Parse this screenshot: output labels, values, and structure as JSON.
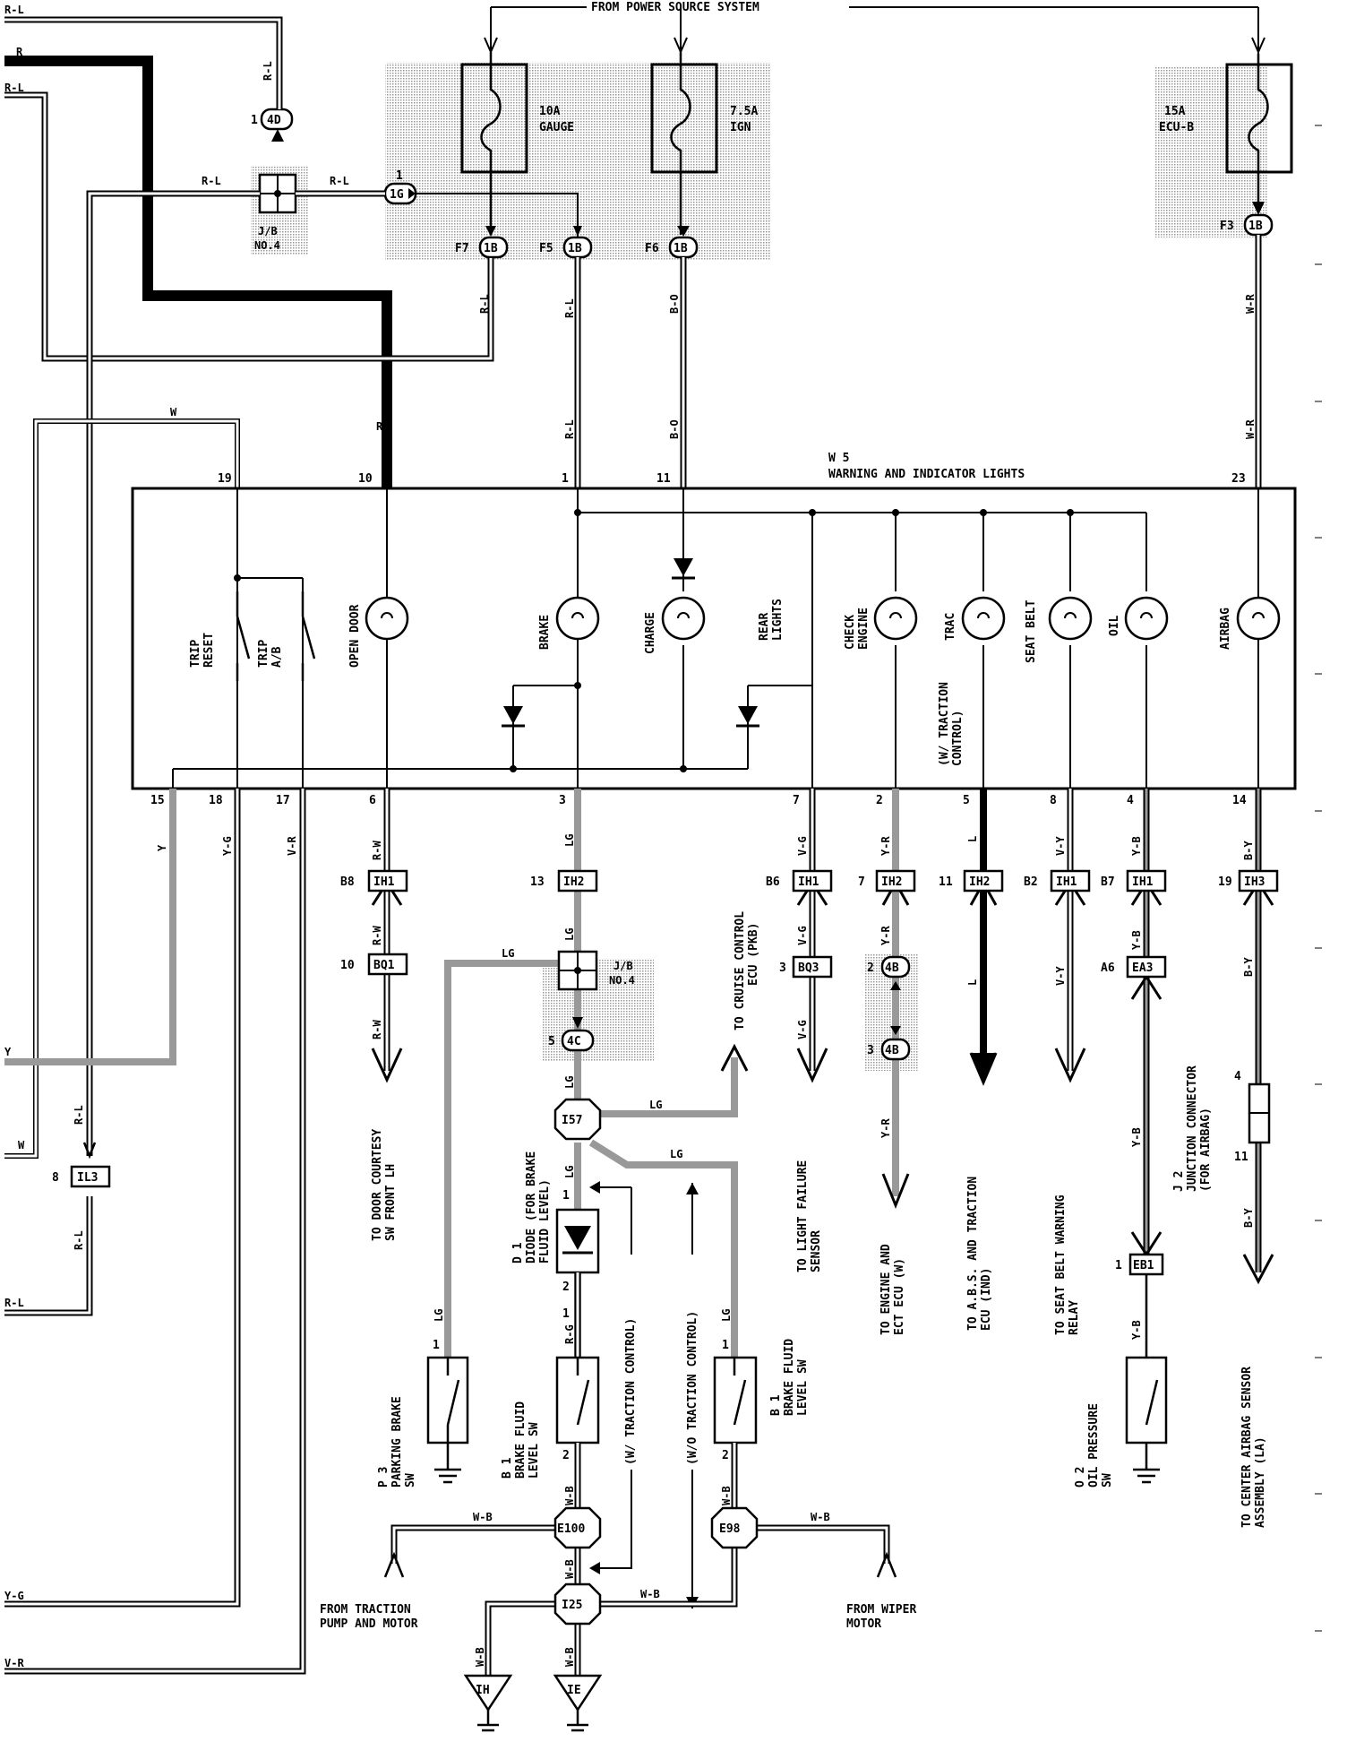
{
  "header": {
    "power_source": "FROM POWER SOURCE SYSTEM"
  },
  "fuses": {
    "gauge_rating": "10A",
    "gauge_name": "GAUGE",
    "ign_rating": "7.5A",
    "ign_name": "IGN",
    "ecub_rating": "15A",
    "ecub_name": "ECU-B"
  },
  "component": {
    "id": "W 5",
    "name": "WARNING AND INDICATOR LIGHTS"
  },
  "lamps": {
    "open_door": "OPEN DOOR",
    "brake": "BRAKE",
    "charge": "CHARGE",
    "rear_1": "REAR",
    "rear_2": "LIGHTS",
    "check_1": "CHECK",
    "check_2": "ENGINE",
    "trac": "TRAC",
    "trac_note_1": "(W/ TRACTION",
    "trac_note_2": "CONTROL)",
    "seat_belt": "SEAT BELT",
    "oil": "OIL",
    "airbag": "AIRBAG",
    "trip_reset_1": "TRIP",
    "trip_reset_2": "RESET",
    "trip_ab_1": "TRIP",
    "trip_ab_2": "A/B"
  },
  "pins": {
    "top": [
      "19",
      "10",
      "1",
      "11",
      "23"
    ],
    "bottom": [
      "15",
      "18",
      "17",
      "6",
      "3",
      "7",
      "2",
      "5",
      "8",
      "4",
      "14"
    ]
  },
  "connectors": {
    "c4d": "4D",
    "c4d_pin": "1",
    "c1g": "1G",
    "c1g_pin": "1",
    "jb4_1": "J/B",
    "jb4_2": "NO.4",
    "c1b": "1B",
    "f7": "F7",
    "f5": "F5",
    "f6": "F6",
    "f3": "F3",
    "ih1": "IH1",
    "ih2": "IH2",
    "ih3": "IH3",
    "bq1": "BQ1",
    "bq3": "BQ3",
    "ea3": "EA3",
    "eb1": "EB1",
    "c4b": "4B",
    "c4c": "4C",
    "il3": "IL3",
    "i57": "I57",
    "e100": "E100",
    "e98": "E98",
    "i25": "I25",
    "ih_gnd": "IH",
    "ie_gnd": "IE",
    "pin_b8": "B8",
    "pin_13": "13",
    "pin_b6": "B6",
    "pin_7": "7",
    "pin_11": "11",
    "pin_b2": "B2",
    "pin_b7": "B7",
    "pin_19": "19",
    "pin_10": "10",
    "pin_a6": "A6",
    "pin_2": "2",
    "pin_3": "3",
    "pin_5": "5",
    "pin_8": "8",
    "pin_1": "1",
    "pin_4": "4",
    "pin_11b": "11"
  },
  "wires": {
    "rl": "R-L",
    "r": "R",
    "w": "W",
    "y": "Y",
    "yg": "Y-G",
    "vr": "V-R",
    "lg": "LG",
    "bo": "B-O",
    "wr": "W-R",
    "rw": "R-W",
    "vg": "V-G",
    "yr": "Y-R",
    "l": "L",
    "vy": "V-Y",
    "yb": "Y-B",
    "by": "B-Y",
    "wb": "W-B",
    "rg": "R-G"
  },
  "destinations": {
    "door_1": "TO DOOR COURTESY",
    "door_2": "SW FRONT LH",
    "cruise_1": "TO CRUISE CONTROL",
    "cruise_2": "ECU (PKB)",
    "light_1": "TO LIGHT FAILURE",
    "light_2": "SENSOR",
    "engine_1": "TO ENGINE AND",
    "engine_2": "ECT ECU (W)",
    "abs_1": "TO A.B.S. AND TRACTION",
    "abs_2": "ECU (IND)",
    "seat_1": "TO SEAT BELT WARNING",
    "seat_2": "RELAY",
    "airbag_1": "TO CENTER AIRBAG SENSOR",
    "airbag_2": "ASSEMBLY (LA)",
    "traction_1": "FROM TRACTION",
    "traction_2": "PUMP AND MOTOR",
    "wiper_1": "FROM WIPER",
    "wiper_2": "MOTOR"
  },
  "parts": {
    "diode_1": "D 1",
    "diode_2": "DIODE (FOR BRAKE",
    "diode_3": "FLUID LEVEL)",
    "park_1": "P 3",
    "park_2": "PARKING BRAKE",
    "park_3": "SW",
    "bf_1": "B 1",
    "bf_2": "BRAKE FLUID",
    "bf_3": "LEVEL SW",
    "oil_1": "O 2",
    "oil_2": "OIL PRESSURE",
    "oil_3": "SW",
    "jc_1": "J 2",
    "jc_2": "JUNCTION CONNECTOR",
    "jc_3": "(FOR AIRBAG)",
    "w_trac": "(W/ TRACTION CONTROL)",
    "wo_trac": "(W/O TRACTION CONTROL)"
  }
}
